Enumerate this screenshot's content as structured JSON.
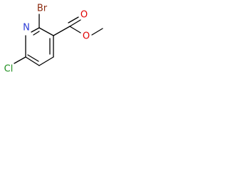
{
  "molecule": {
    "atoms": {
      "nitrogen": {
        "label": "N",
        "color": "#2b3bd6"
      },
      "bromine": {
        "label": "Br",
        "color": "#8b2a0e"
      },
      "chlorine": {
        "label": "Cl",
        "color": "#1f8f1f"
      },
      "carbonyl_oxygen": {
        "label": "O",
        "color": "#e00000"
      },
      "ester_oxygen": {
        "label": "O",
        "color": "#e00000"
      }
    },
    "bond_color": "#000000"
  }
}
